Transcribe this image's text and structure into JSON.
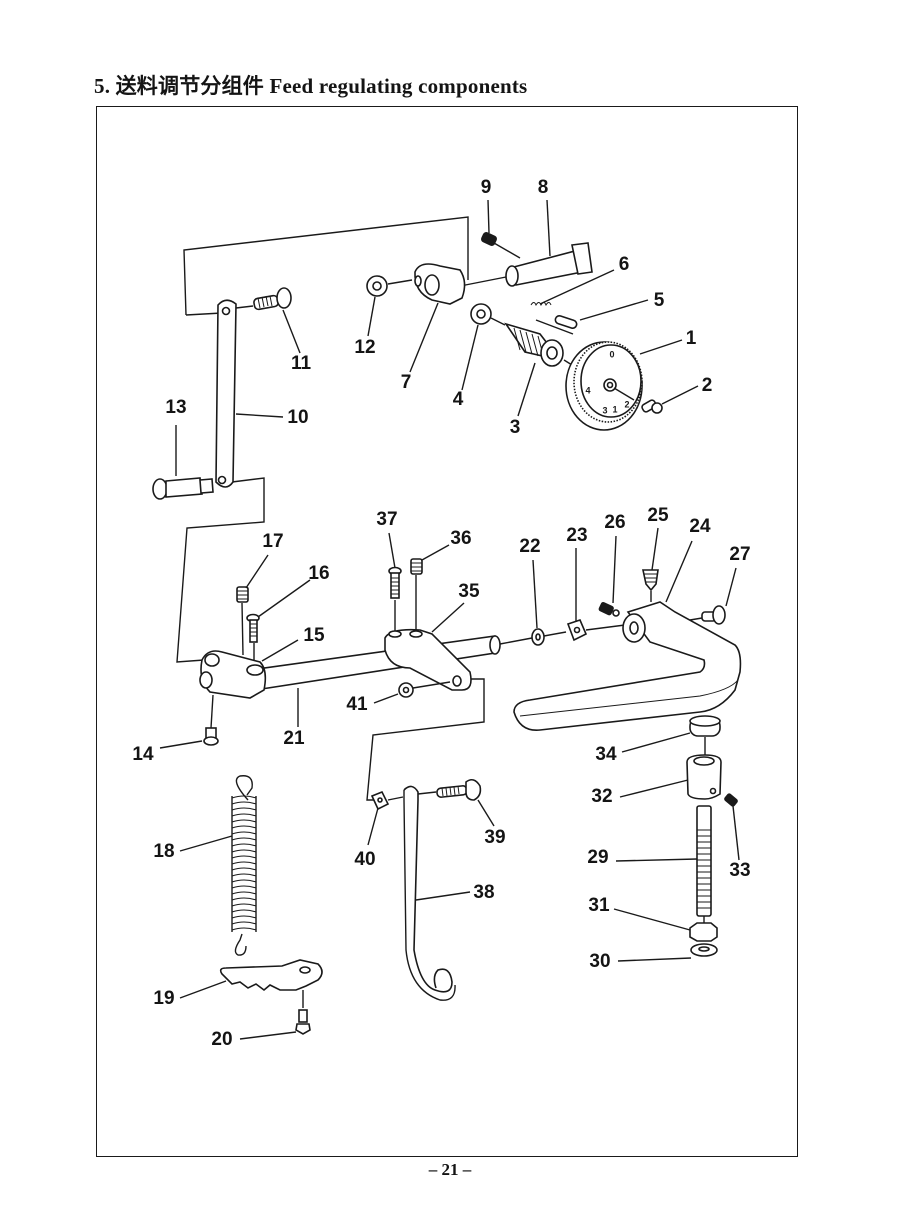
{
  "header": {
    "title": "5. 送料调节分组件  Feed regulating components"
  },
  "diagram": {
    "caption": "Feed regulating components exploded view",
    "dial_numbers": [
      "0",
      "1",
      "2",
      "3",
      "4"
    ],
    "callouts": [
      {
        "id": "1",
        "label": "1"
      },
      {
        "id": "2",
        "label": "2"
      },
      {
        "id": "3",
        "label": "3"
      },
      {
        "id": "4",
        "label": "4"
      },
      {
        "id": "5",
        "label": "5"
      },
      {
        "id": "6",
        "label": "6"
      },
      {
        "id": "7",
        "label": "7"
      },
      {
        "id": "8",
        "label": "8"
      },
      {
        "id": "9",
        "label": "9"
      },
      {
        "id": "10",
        "label": "10"
      },
      {
        "id": "11",
        "label": "11"
      },
      {
        "id": "12",
        "label": "12"
      },
      {
        "id": "13",
        "label": "13"
      },
      {
        "id": "14",
        "label": "14"
      },
      {
        "id": "15",
        "label": "15"
      },
      {
        "id": "16",
        "label": "16"
      },
      {
        "id": "17",
        "label": "17"
      },
      {
        "id": "18",
        "label": "18"
      },
      {
        "id": "19",
        "label": "19"
      },
      {
        "id": "20",
        "label": "20"
      },
      {
        "id": "21",
        "label": "21"
      },
      {
        "id": "22",
        "label": "22"
      },
      {
        "id": "23",
        "label": "23"
      },
      {
        "id": "24",
        "label": "24"
      },
      {
        "id": "25",
        "label": "25"
      },
      {
        "id": "26",
        "label": "26"
      },
      {
        "id": "27",
        "label": "27"
      },
      {
        "id": "29",
        "label": "29"
      },
      {
        "id": "30",
        "label": "30"
      },
      {
        "id": "31",
        "label": "31"
      },
      {
        "id": "32",
        "label": "32"
      },
      {
        "id": "33",
        "label": "33"
      },
      {
        "id": "34",
        "label": "34"
      },
      {
        "id": "35",
        "label": "35"
      },
      {
        "id": "36",
        "label": "36"
      },
      {
        "id": "37",
        "label": "37"
      },
      {
        "id": "38",
        "label": "38"
      },
      {
        "id": "39",
        "label": "39"
      },
      {
        "id": "40",
        "label": "40"
      },
      {
        "id": "41",
        "label": "41"
      }
    ]
  },
  "footer": {
    "page_number": "– 21 –"
  }
}
